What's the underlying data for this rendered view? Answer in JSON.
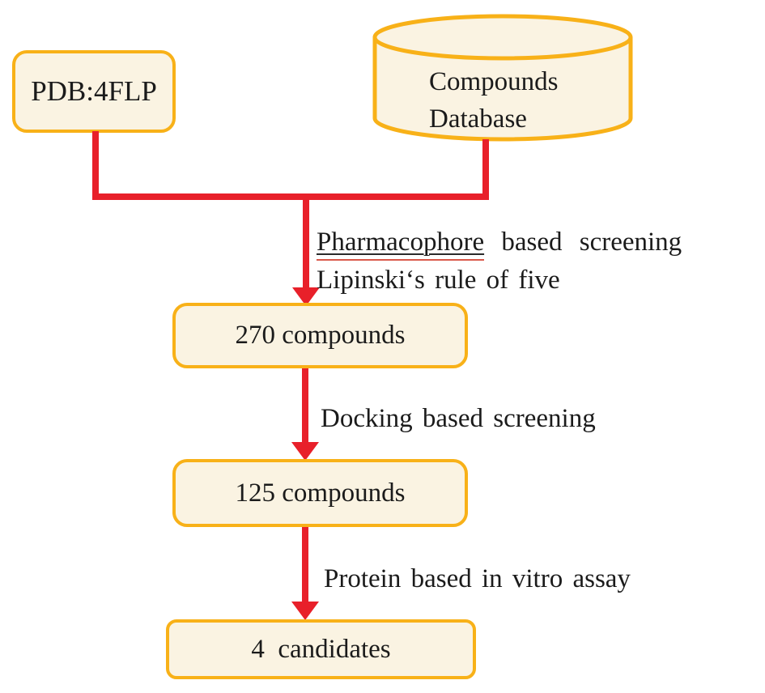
{
  "diagram": {
    "type": "flowchart",
    "nodes": {
      "pdb": {
        "label": "PDB:4FLP",
        "shape": "rounded-rectangle"
      },
      "database": {
        "line1": "Compounds",
        "line2": "Database",
        "shape": "cylinder"
      },
      "stage_270": {
        "label": "270 compounds",
        "shape": "rounded-rectangle"
      },
      "stage_125": {
        "label": "125 compounds",
        "shape": "rounded-rectangle"
      },
      "stage_candidates": {
        "label": "4  candidates",
        "shape": "rounded-rectangle"
      }
    },
    "step_labels": {
      "step1_underlined_word": "Pharmacophore",
      "step1_rest": "based  screening",
      "step1_line2": "Lipinski‘s rule of five",
      "step2": "Docking based screening",
      "step3": "Protein based in vitro assay"
    },
    "colors": {
      "node_border": "#f8b118",
      "node_fill": "#faf3e2",
      "connector_red": "#e8202a",
      "text": "#1b1b1b",
      "underline_solid": "#2b2b2b",
      "underline_red": "#d9584a",
      "background": "#ffffff"
    }
  }
}
